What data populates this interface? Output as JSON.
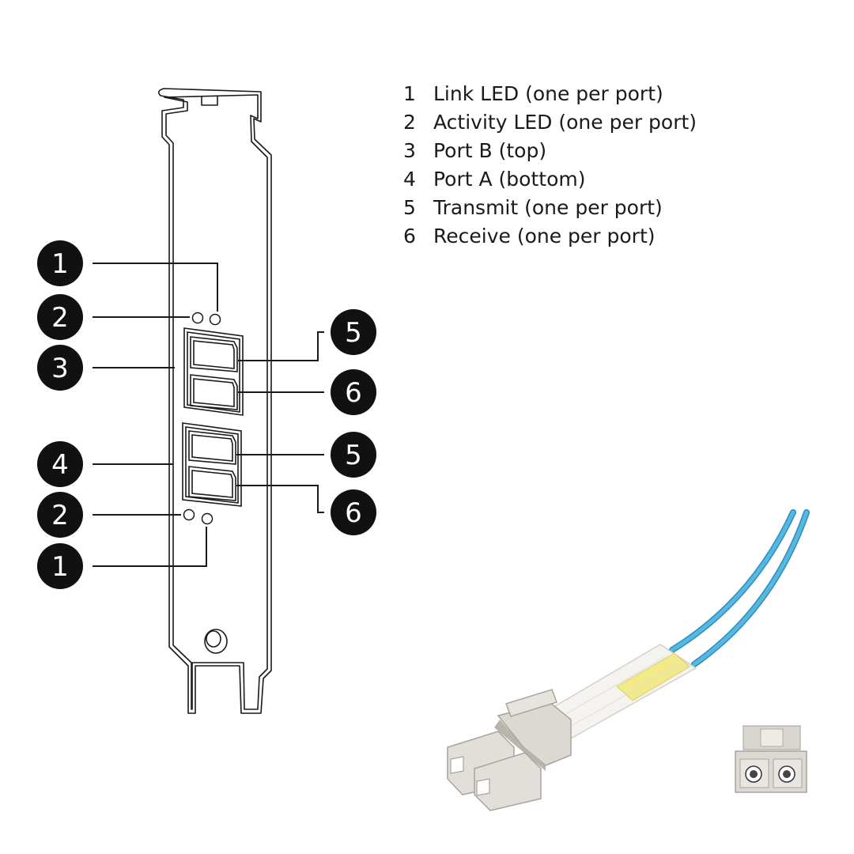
{
  "legend": [
    {
      "number": "1",
      "label": "Link LED (one per port)"
    },
    {
      "number": "2",
      "label": "Activity LED (one per port)"
    },
    {
      "number": "3",
      "label": "Port B (top)"
    },
    {
      "number": "4",
      "label": "Port A (bottom)"
    },
    {
      "number": "5",
      "label": "Transmit (one per port)"
    },
    {
      "number": "6",
      "label": "Receive (one per port)"
    }
  ],
  "callouts": {
    "c1_top": "1",
    "c2_top": "2",
    "c3": "3",
    "c4": "4",
    "c2_bottom": "2",
    "c1_bottom": "1",
    "c5_top": "5",
    "c6_top": "6",
    "c5_bottom": "5",
    "c6_bottom": "6"
  },
  "colors": {
    "callout_fill": "#111111",
    "line": "#1a1a1a",
    "fiber_blue": "#55b8e0",
    "fiber_blue_dark": "#2f8cbc",
    "boot_yellow": "#f2ea8a",
    "connector_gray": "#dcd8d2",
    "connector_shadow": "#b9b4ad"
  }
}
